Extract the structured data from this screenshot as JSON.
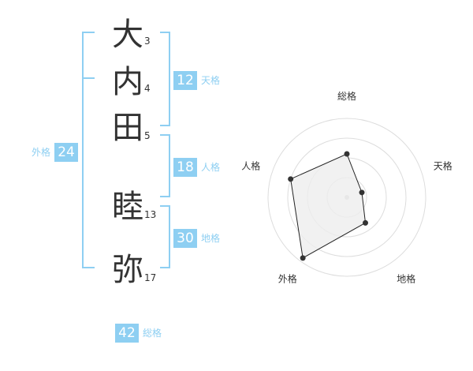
{
  "name": {
    "chars": [
      {
        "char": "大",
        "strokes": "3"
      },
      {
        "char": "内",
        "strokes": "4"
      },
      {
        "char": "田",
        "strokes": "5"
      },
      {
        "char": "睦",
        "strokes": "13"
      },
      {
        "char": "弥",
        "strokes": "17"
      }
    ]
  },
  "scores": {
    "tenkaku": {
      "value": "12",
      "label": "天格"
    },
    "jinkaku": {
      "value": "18",
      "label": "人格"
    },
    "chikaku": {
      "value": "30",
      "label": "地格"
    },
    "gaikaku": {
      "value": "24",
      "label": "外格"
    },
    "soukaku": {
      "value": "42",
      "label": "総格"
    }
  },
  "colors": {
    "accent": "#8ecff2",
    "text": "#333333",
    "grid": "#dddddd",
    "fill": "#eeeeee"
  },
  "chart_data": {
    "type": "radar",
    "axes": [
      "総格",
      "天格",
      "地格",
      "外格",
      "人格"
    ],
    "values": [
      0.55,
      0.2,
      0.4,
      0.95,
      0.75
    ],
    "range": [
      0,
      1
    ],
    "rings": 4
  }
}
